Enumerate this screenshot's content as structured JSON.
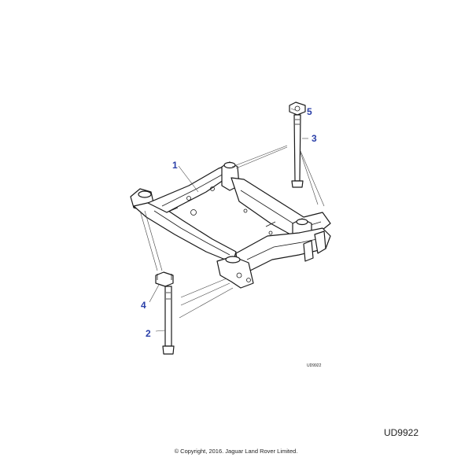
{
  "diagram": {
    "callouts": [
      {
        "id": "1",
        "label": "1"
      },
      {
        "id": "2",
        "label": "2"
      },
      {
        "id": "3",
        "label": "3"
      },
      {
        "id": "4",
        "label": "4"
      },
      {
        "id": "5",
        "label": "5"
      }
    ],
    "small_code": "UD9922",
    "colors": {
      "callout": "#2a3fa8",
      "line": "#1a1a1a"
    }
  },
  "footer": {
    "reference_code": "UD9922",
    "copyright": "© Copyright, 2016. Jaguar Land Rover Limited."
  }
}
